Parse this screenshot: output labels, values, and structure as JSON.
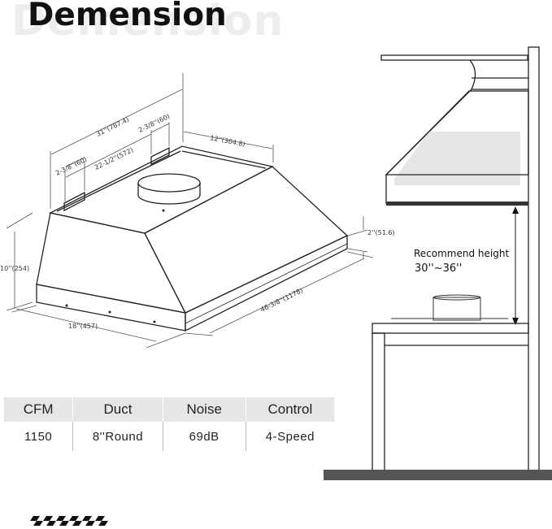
{
  "header": {
    "title": "Demension"
  },
  "dimensions": {
    "width_top": "31''(787.4)",
    "bracket_right": "2-3/8''(60)",
    "bracket_left": "2-3/8''(60)",
    "bracket_span": "22-1/2''(572)",
    "depth_top": "12''(304.8)",
    "lip_height": "2''(51.6)",
    "height": "10''(254)",
    "depth_bottom": "18''(457)",
    "width_bottom": "46-3/8''(1178)"
  },
  "install": {
    "label": "Recommend height",
    "value": "30''~36''"
  },
  "specs": {
    "headers": [
      "CFM",
      "Duct",
      "Noise",
      "Control"
    ],
    "values": [
      "1150",
      "8''Round",
      "69dB",
      "4-Speed"
    ]
  }
}
